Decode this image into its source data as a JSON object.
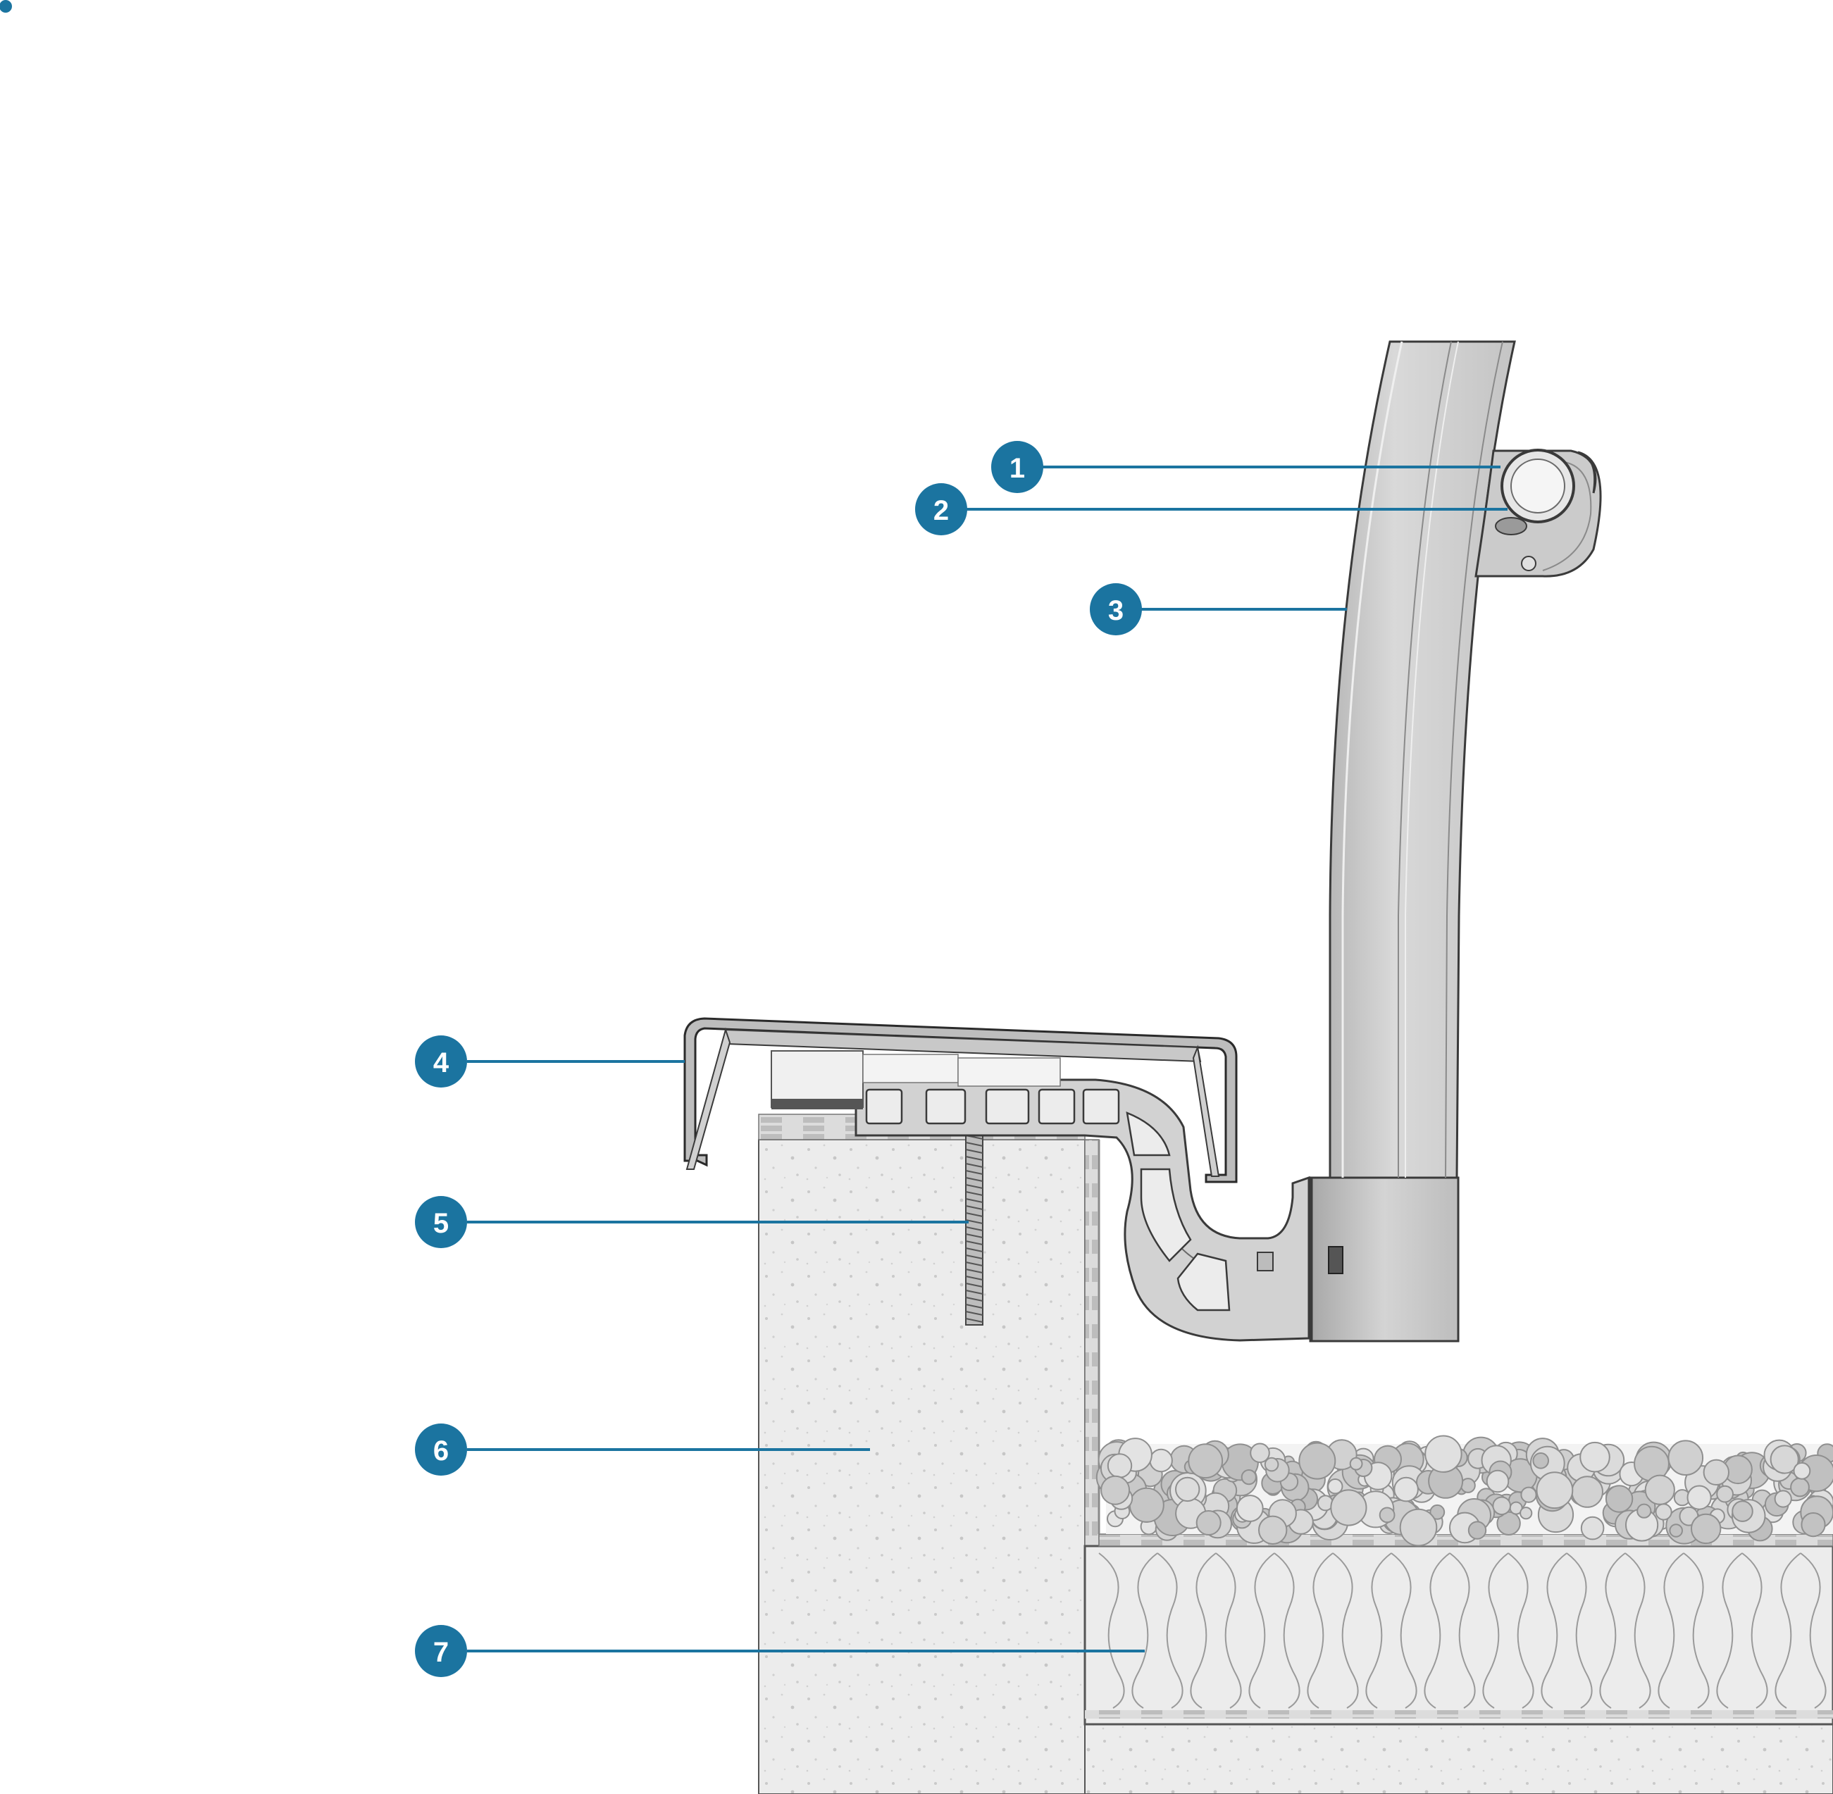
{
  "colors": {
    "accent": "#1b74a0",
    "metal_light": "#cfcfcf",
    "metal_dark": "#9a9a9a",
    "concrete": "#ebebeb",
    "outline": "#3a3a3a"
  },
  "callouts": [
    {
      "number": "1"
    },
    {
      "number": "2"
    },
    {
      "number": "3"
    },
    {
      "number": "4"
    },
    {
      "number": "5"
    },
    {
      "number": "6"
    },
    {
      "number": "7"
    }
  ]
}
